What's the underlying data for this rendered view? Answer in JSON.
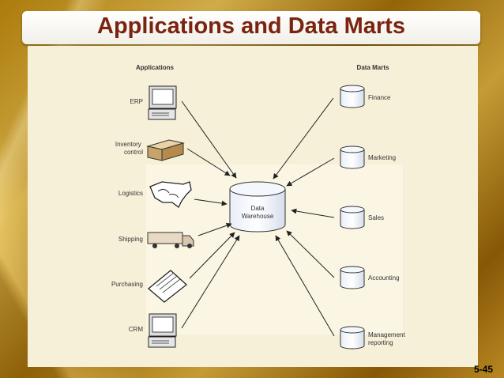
{
  "title": "Applications and Data Marts",
  "slide_number": "5-45",
  "diagram": {
    "applications_heading": "Applications",
    "data_marts_heading": "Data Marts",
    "center": {
      "line1": "Data",
      "line2": "Warehouse"
    },
    "applications": [
      {
        "label_lines": [
          "ERP"
        ],
        "icon": "computer-icon"
      },
      {
        "label_lines": [
          "Inventory",
          "control"
        ],
        "icon": "box-icon"
      },
      {
        "label_lines": [
          "Logistics"
        ],
        "icon": "us-map-icon"
      },
      {
        "label_lines": [
          "Shipping"
        ],
        "icon": "truck-icon"
      },
      {
        "label_lines": [
          "Purchasing"
        ],
        "icon": "clipboard-icon"
      },
      {
        "label_lines": [
          "CRM"
        ],
        "icon": "computer-icon"
      }
    ],
    "data_marts": [
      {
        "label_lines": [
          "Finance"
        ]
      },
      {
        "label_lines": [
          "Marketing"
        ]
      },
      {
        "label_lines": [
          "Sales"
        ]
      },
      {
        "label_lines": [
          "Accounting"
        ]
      },
      {
        "label_lines": [
          "Management",
          "reporting"
        ]
      }
    ]
  }
}
